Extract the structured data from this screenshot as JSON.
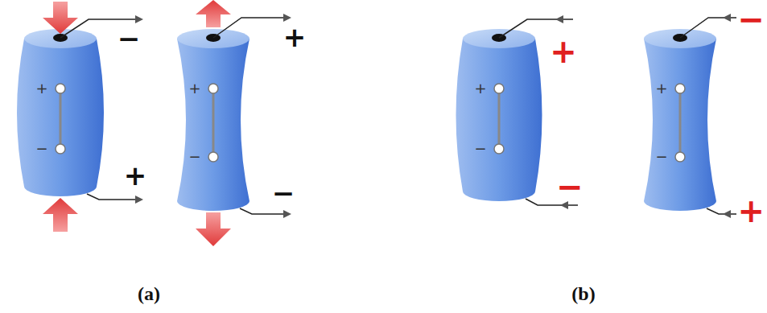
{
  "diagram": {
    "labels": [
      "−",
      "+",
      "−",
      "+",
      "+",
      "+",
      "−",
      "−",
      "(a)",
      "+",
      "+",
      "−",
      "−",
      "−",
      "+",
      "−",
      "+",
      "(b)"
    ]
  }
}
